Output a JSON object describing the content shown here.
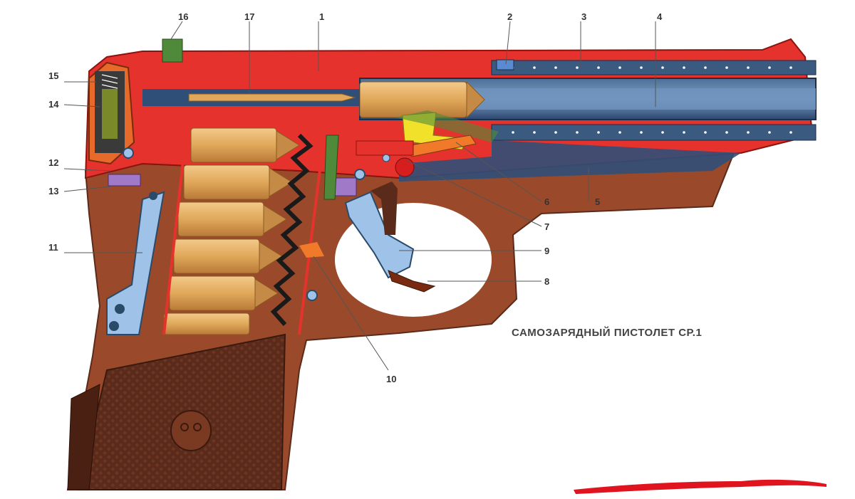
{
  "diagram": {
    "title": "САМОЗАРЯДНЫЙ ПИСТОЛЕТ СР.1",
    "labels": {
      "l1": "1",
      "l2": "2",
      "l3": "3",
      "l4": "4",
      "l5": "5",
      "l6": "6",
      "l7": "7",
      "l8": "8",
      "l9": "9",
      "l10": "10",
      "l11": "11",
      "l12": "12",
      "l13": "13",
      "l14": "14",
      "l15": "15",
      "l16": "16",
      "l17": "17"
    },
    "colors": {
      "slide": "#e5322c",
      "frame": "#9a4a2a",
      "grip": "#5a2a1a",
      "cartridge": "#e0a85a",
      "barrel": "#2f4f78",
      "parts_blue": "#9fc3e8",
      "parts_yellow": "#f2e12b",
      "parts_green": "#4f8a3a",
      "parts_orange": "#f07a2a",
      "parts_purple": "#a07ac8",
      "marker": "#e0141e"
    }
  }
}
